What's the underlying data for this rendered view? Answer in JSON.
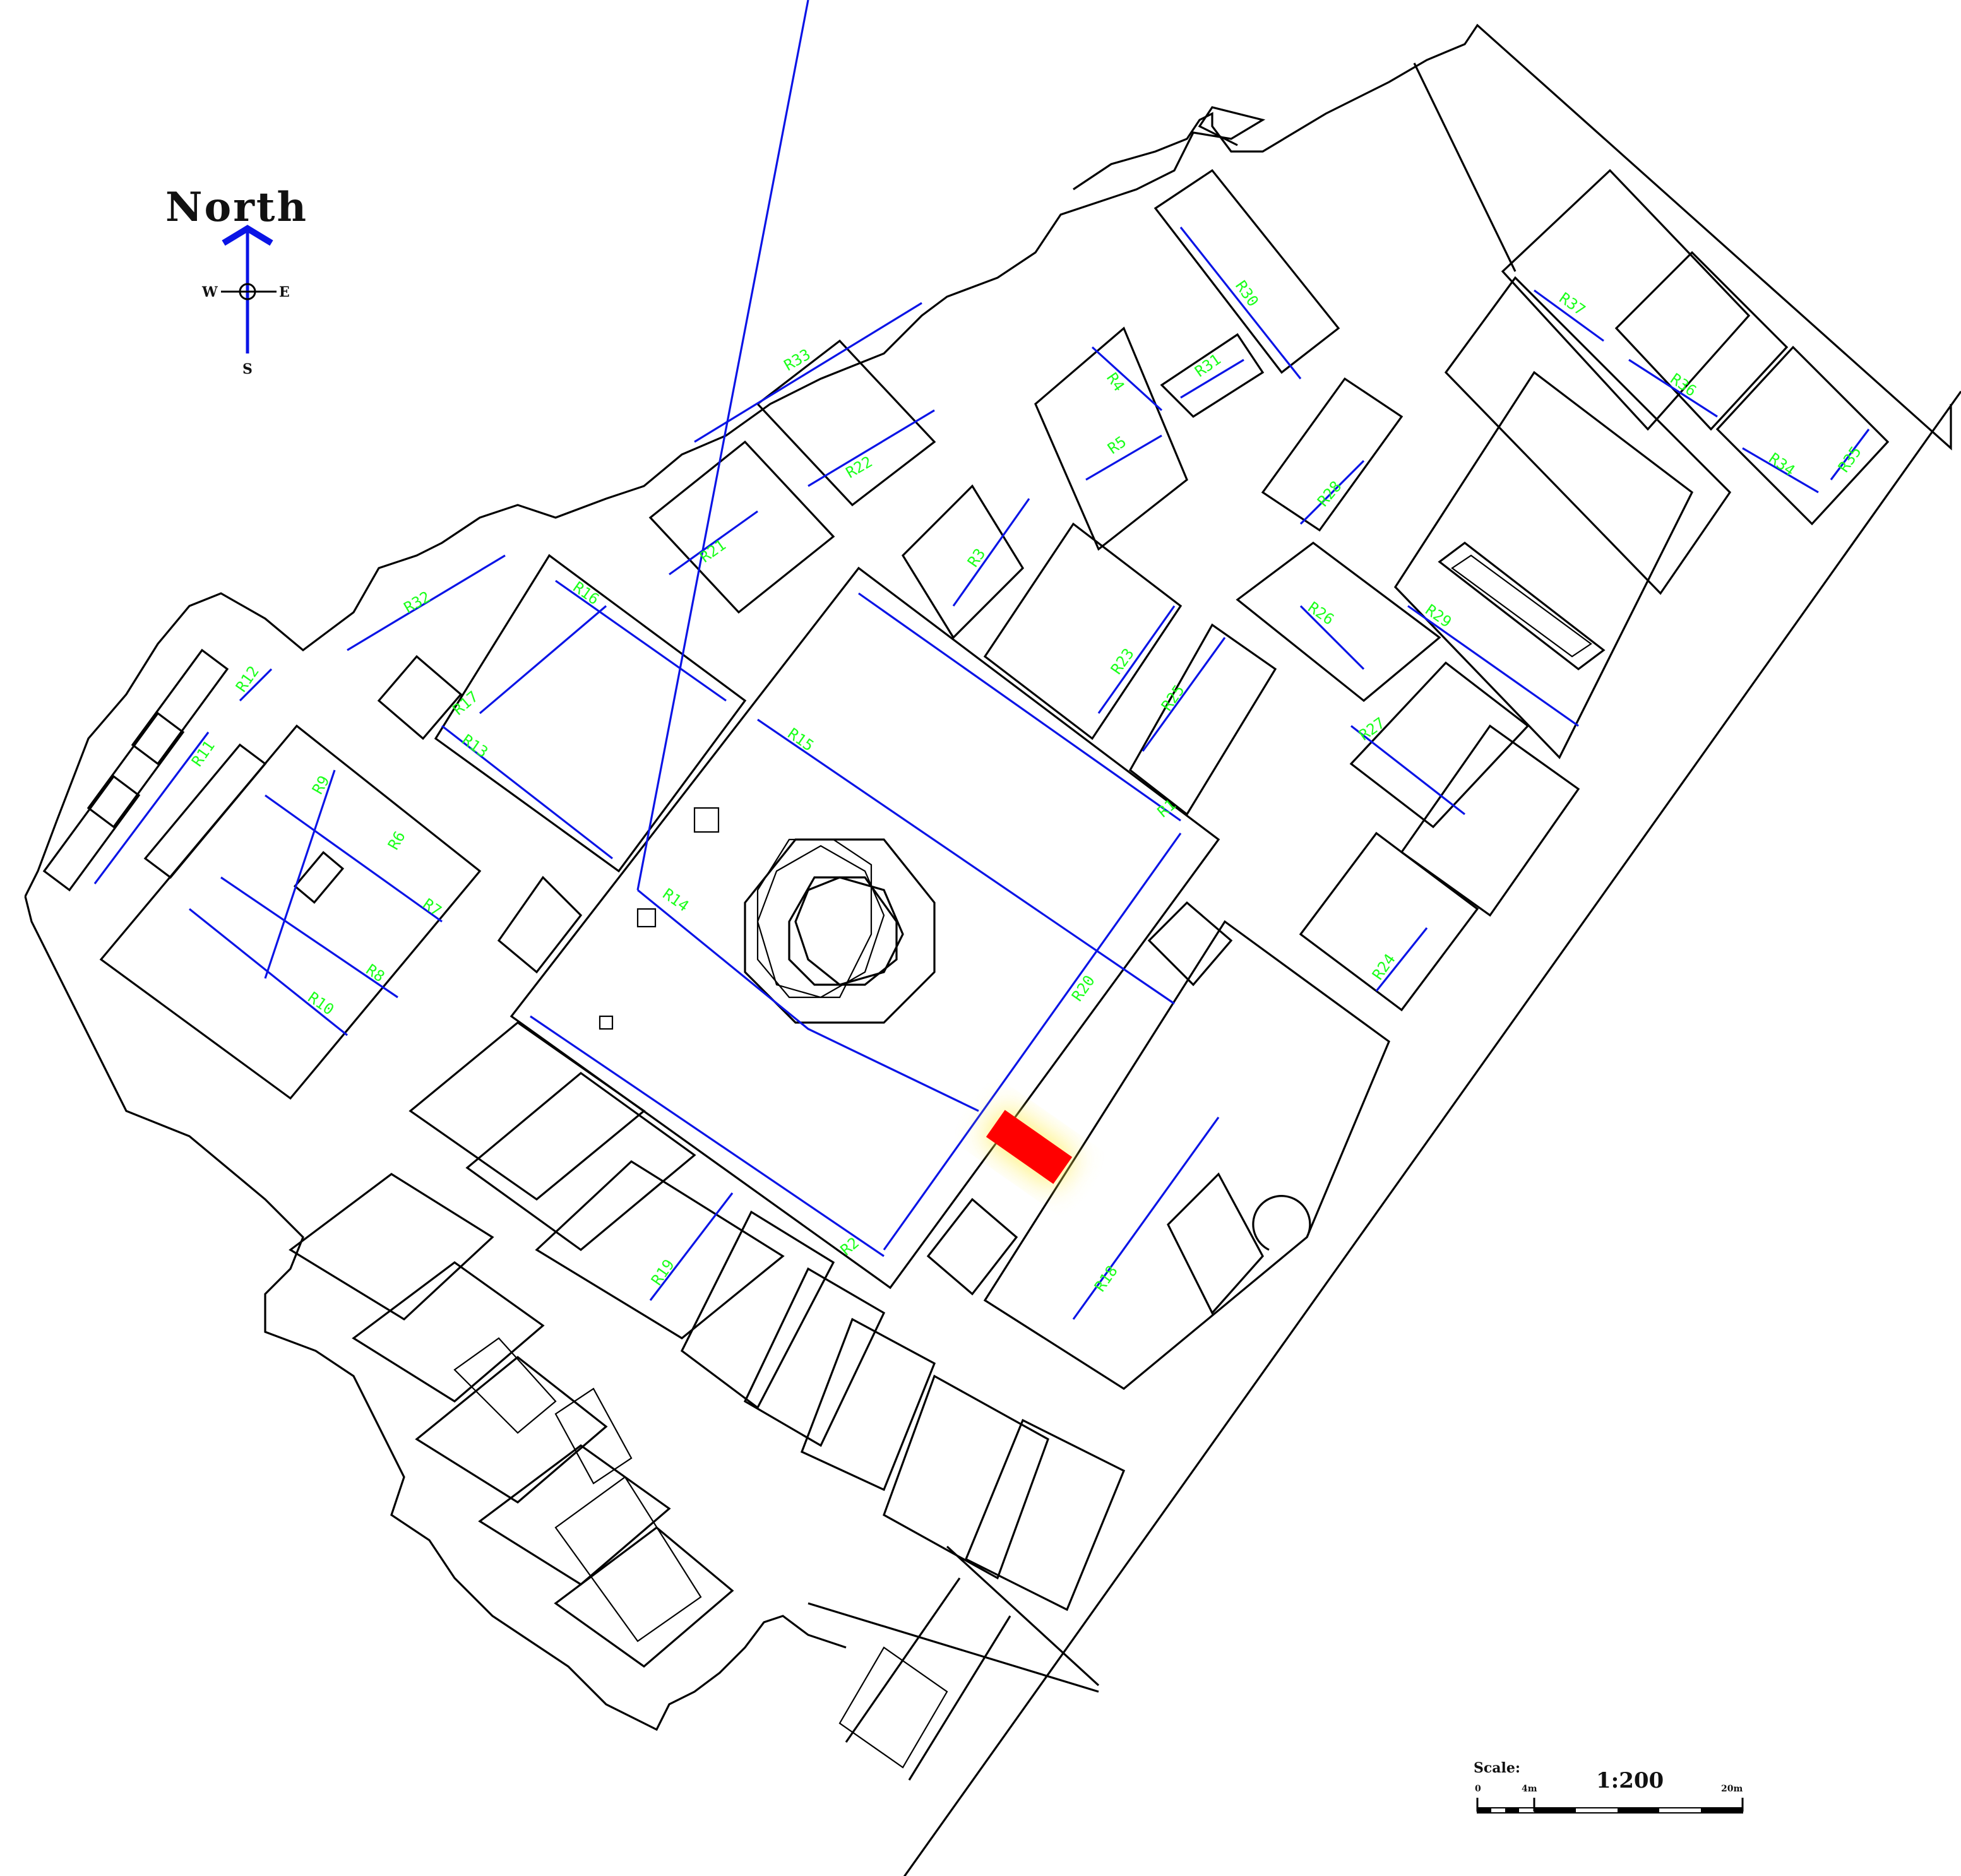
{
  "compass": {
    "title": "North",
    "west": "W",
    "east": "E",
    "south": "S"
  },
  "scale_bar": {
    "label": "Scale:",
    "ratio": "1:200",
    "start": "0",
    "mid": "4m",
    "end": "20m"
  },
  "colors": {
    "walls": "#000000",
    "room_axes": "#0a14e6",
    "room_labels": "#1aff1a",
    "highlight": "#ff0000",
    "highlight_glow": "#ffee55"
  },
  "rooms": [
    "R1",
    "R2",
    "R3",
    "R4",
    "R5",
    "R6",
    "R7",
    "R8",
    "R9",
    "R10",
    "R11",
    "R12",
    "R13",
    "R14",
    "R15",
    "R16",
    "R17",
    "R18",
    "R19",
    "R20",
    "R21",
    "R22",
    "R23",
    "R24",
    "R25",
    "R26",
    "R27",
    "R28",
    "R29",
    "R30",
    "R31",
    "R32",
    "R33",
    "R34",
    "R35",
    "R36",
    "R37"
  ],
  "highlight": {
    "name": "highlighted-location-marker"
  }
}
